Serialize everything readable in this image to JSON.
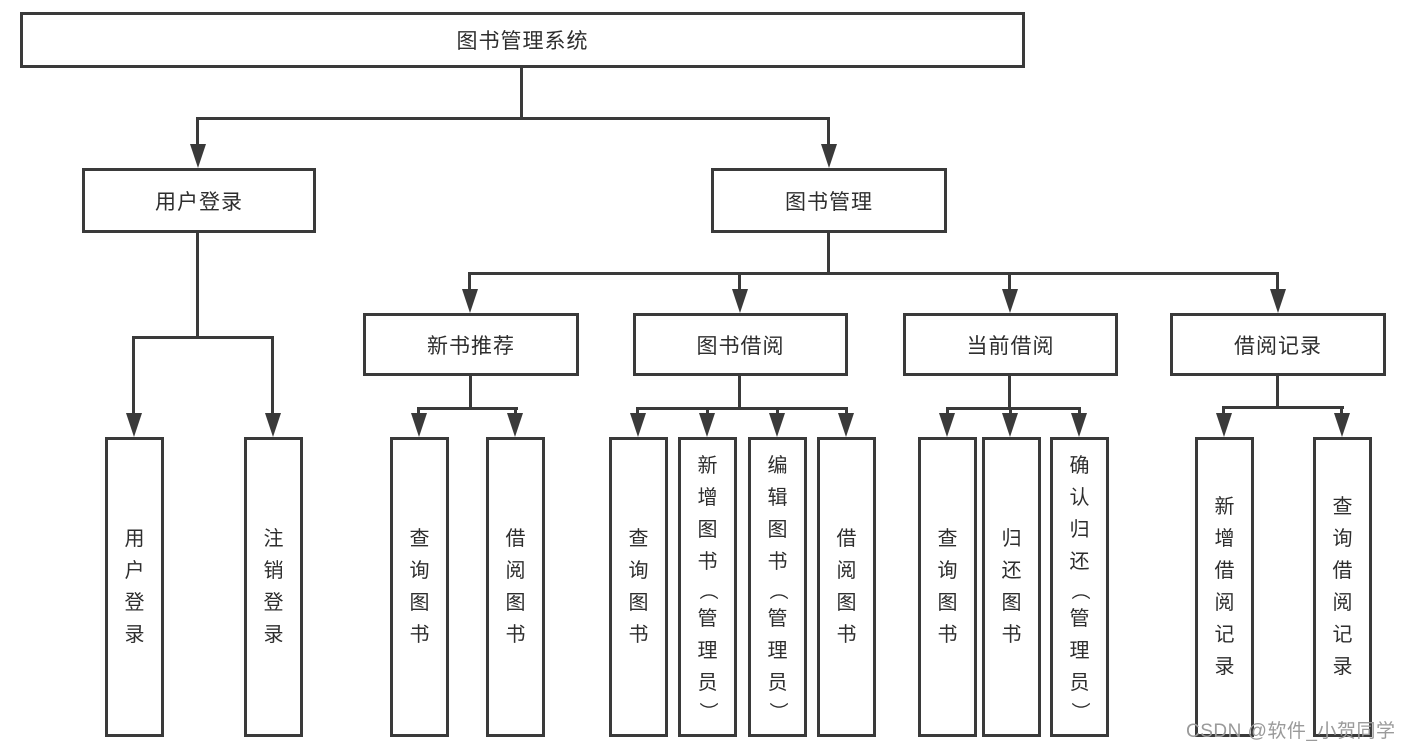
{
  "tree": {
    "label": "图书管理系统",
    "children": [
      {
        "label": "用户登录",
        "children": [
          {
            "label": "用户登录"
          },
          {
            "label": "注销登录"
          }
        ]
      },
      {
        "label": "图书管理",
        "children": [
          {
            "label": "新书推荐",
            "children": [
              {
                "label": "查询图书"
              },
              {
                "label": "借阅图书"
              }
            ]
          },
          {
            "label": "图书借阅",
            "children": [
              {
                "label": "查询图书"
              },
              {
                "label": "新增图书（管理员）"
              },
              {
                "label": "编辑图书（管理员）"
              },
              {
                "label": "借阅图书"
              }
            ]
          },
          {
            "label": "当前借阅",
            "children": [
              {
                "label": "查询图书"
              },
              {
                "label": "归还图书"
              },
              {
                "label": "确认归还（管理员）"
              }
            ]
          },
          {
            "label": "借阅记录",
            "children": [
              {
                "label": "新增借阅记录"
              },
              {
                "label": "查询借阅记录"
              }
            ]
          }
        ]
      }
    ]
  },
  "watermark": {
    "text": "CSDN @软件_小贺同学"
  },
  "colors": {
    "line": "#3a3a3a",
    "text": "#2e2e2e",
    "background": "#ffffff",
    "watermark": "#9a9a9a"
  }
}
